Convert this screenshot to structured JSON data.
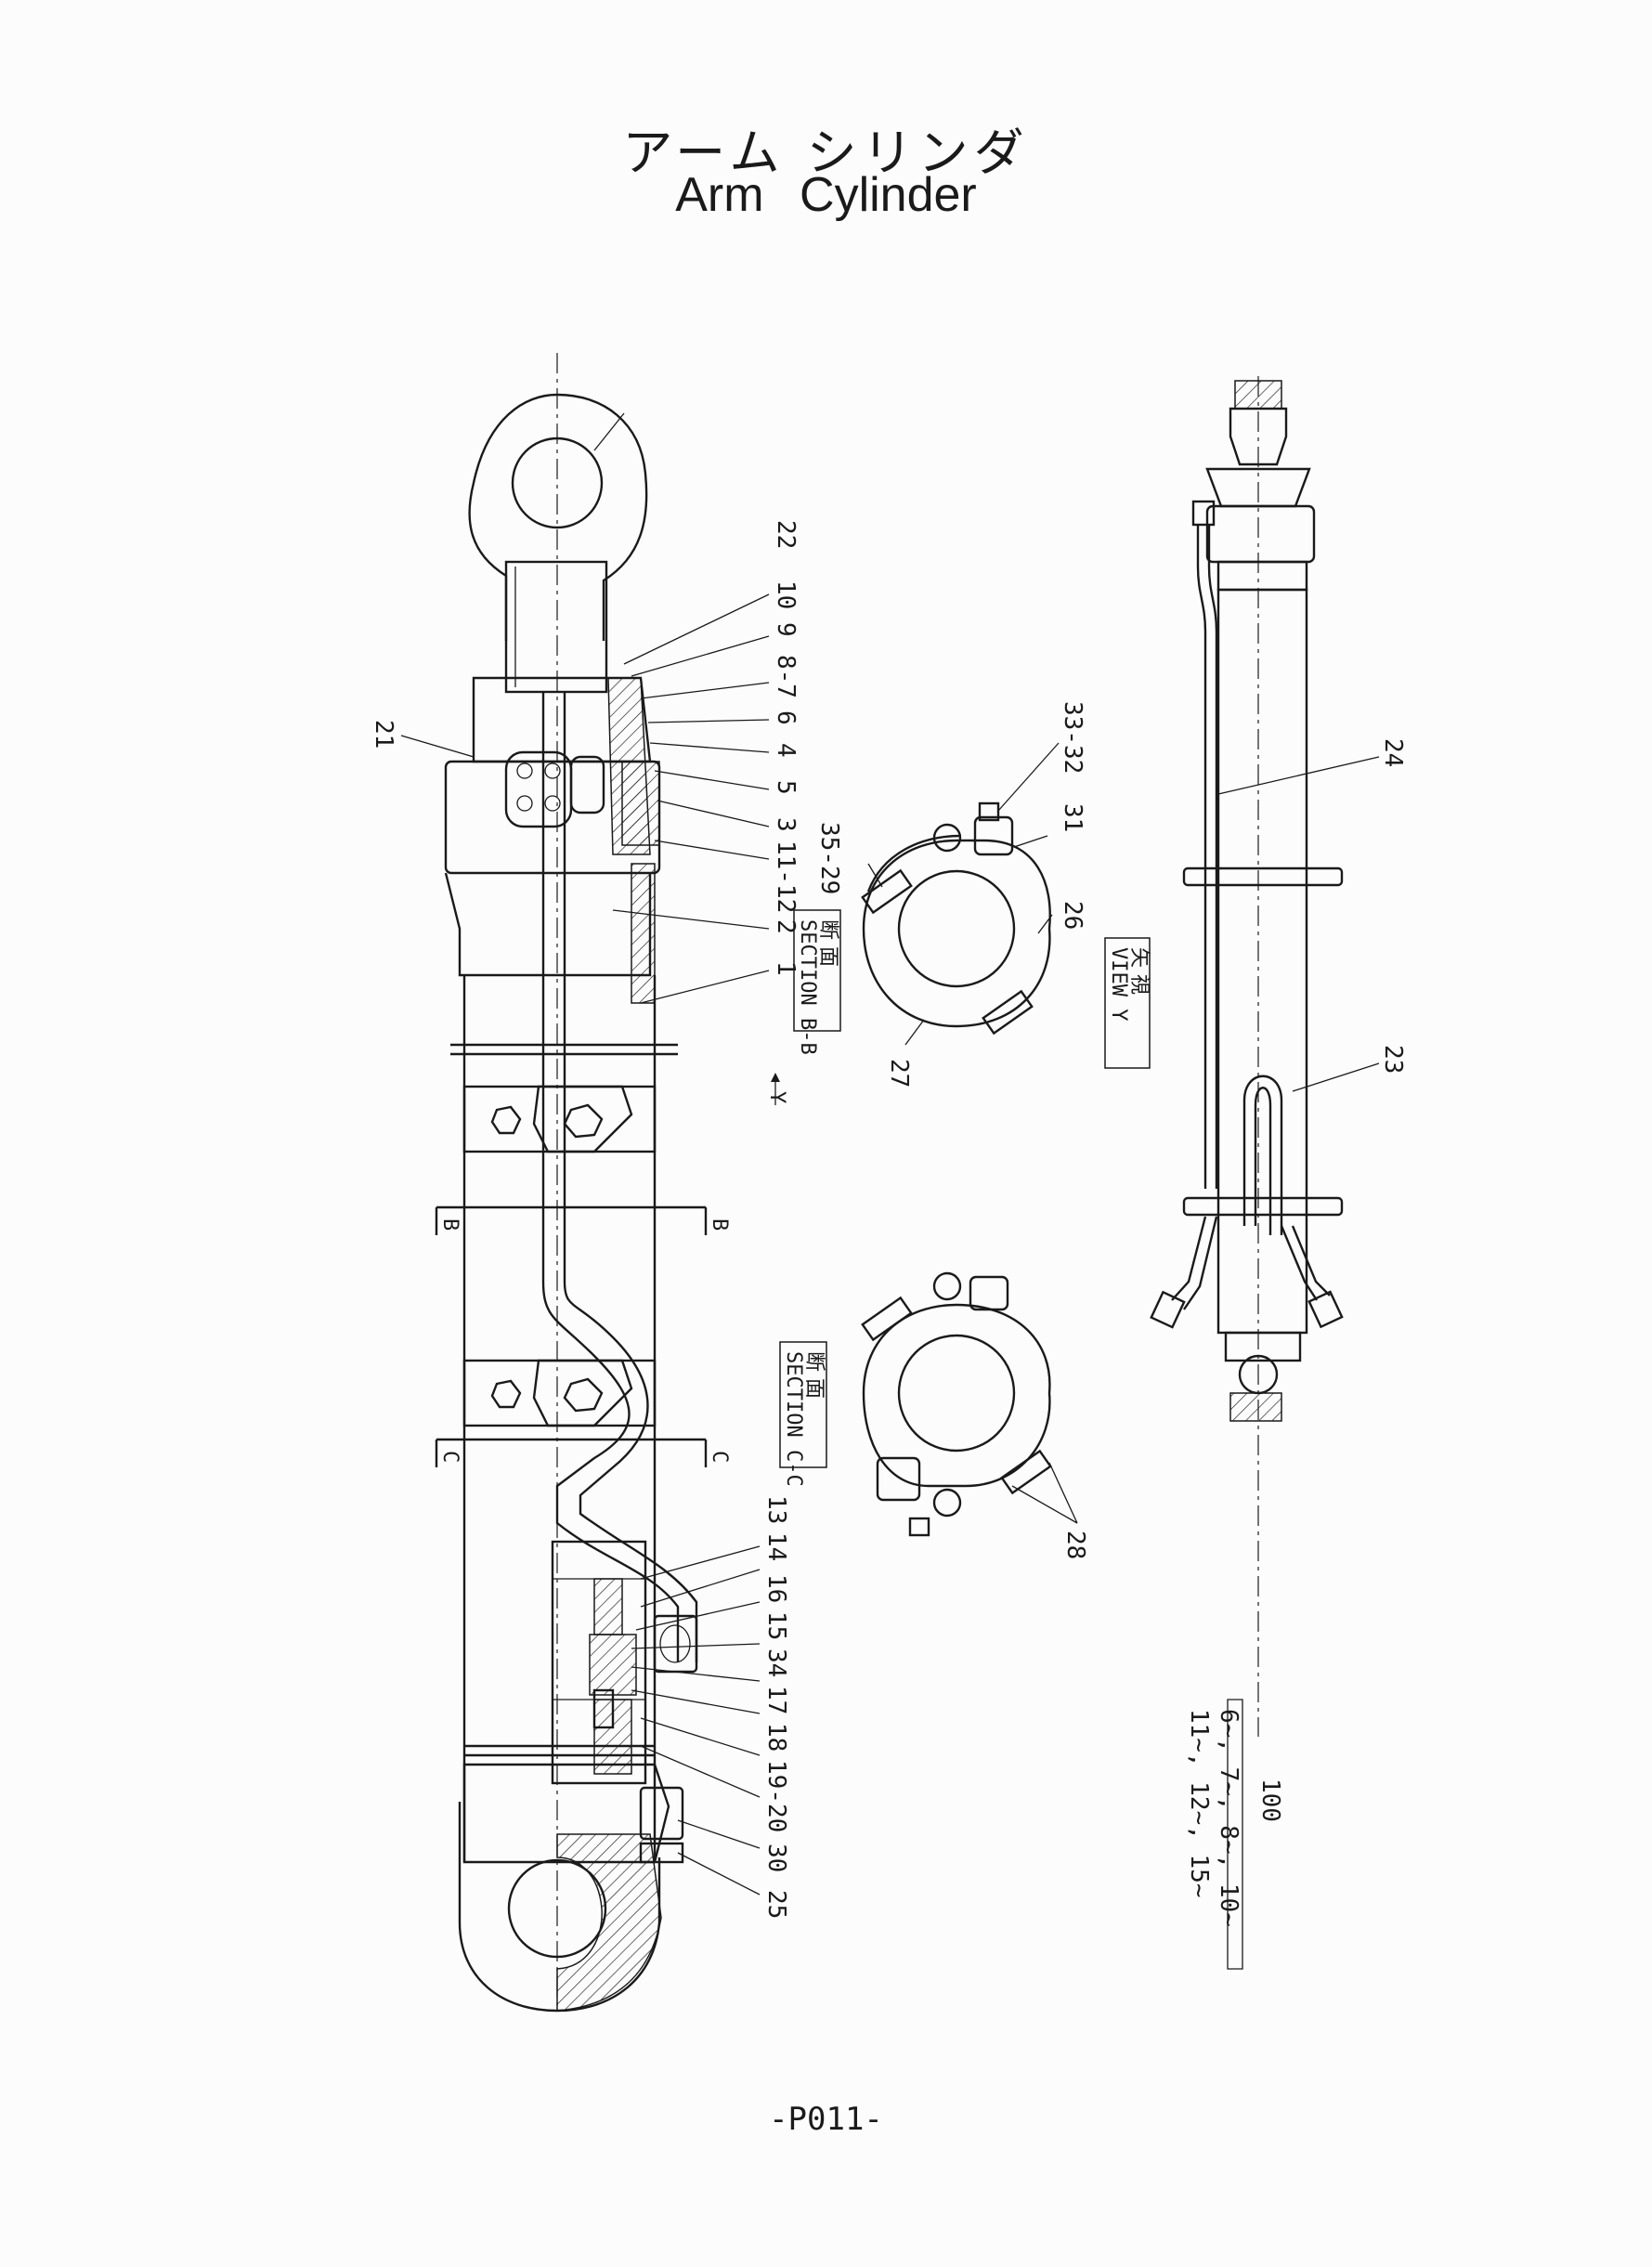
{
  "title": {
    "jp": "アーム シリンダ",
    "en": "Arm  Cylinder"
  },
  "page_number": "-P011-",
  "callouts": [
    {
      "id": "c22",
      "text": "22"
    },
    {
      "id": "c10",
      "text": "10"
    },
    {
      "id": "c9",
      "text": "9"
    },
    {
      "id": "c8-7",
      "text": "8-7"
    },
    {
      "id": "c6",
      "text": "6"
    },
    {
      "id": "c4",
      "text": "4"
    },
    {
      "id": "c5",
      "text": "5"
    },
    {
      "id": "c3",
      "text": "3"
    },
    {
      "id": "c11-12",
      "text": "11-12"
    },
    {
      "id": "c2",
      "text": "2"
    },
    {
      "id": "c1",
      "text": "1"
    },
    {
      "id": "c21",
      "text": "21"
    },
    {
      "id": "c33-32",
      "text": "33-32"
    },
    {
      "id": "c31",
      "text": "31"
    },
    {
      "id": "c35-29",
      "text": "35-29"
    },
    {
      "id": "c26",
      "text": "26"
    },
    {
      "id": "c27",
      "text": "27"
    },
    {
      "id": "c24",
      "text": "24"
    },
    {
      "id": "c23",
      "text": "23"
    },
    {
      "id": "c28",
      "text": "28"
    },
    {
      "id": "c13",
      "text": "13"
    },
    {
      "id": "c14",
      "text": "14"
    },
    {
      "id": "c16",
      "text": "16"
    },
    {
      "id": "c15",
      "text": "15"
    },
    {
      "id": "c34",
      "text": "34"
    },
    {
      "id": "c17",
      "text": "17"
    },
    {
      "id": "c18",
      "text": "18"
    },
    {
      "id": "c19-20",
      "text": "19-20"
    },
    {
      "id": "c30",
      "text": "30"
    },
    {
      "id": "c25",
      "text": "25"
    }
  ],
  "section_labels": {
    "bb": {
      "jp": "断 面",
      "en": "SECTION B-B"
    },
    "cc": {
      "jp": "断 面",
      "en": "SECTION C-C"
    },
    "view_y": {
      "jp": "矢 視",
      "en": "VIEW  Y"
    }
  },
  "cut_marks": {
    "b_left": "B",
    "b_right": "B",
    "c_left": "C",
    "c_right": "C",
    "y_arrow": "Y"
  },
  "note": {
    "header": "100",
    "line1": "6~, 7~, 8~, 10~",
    "line2": "11~, 12~, 15~"
  }
}
